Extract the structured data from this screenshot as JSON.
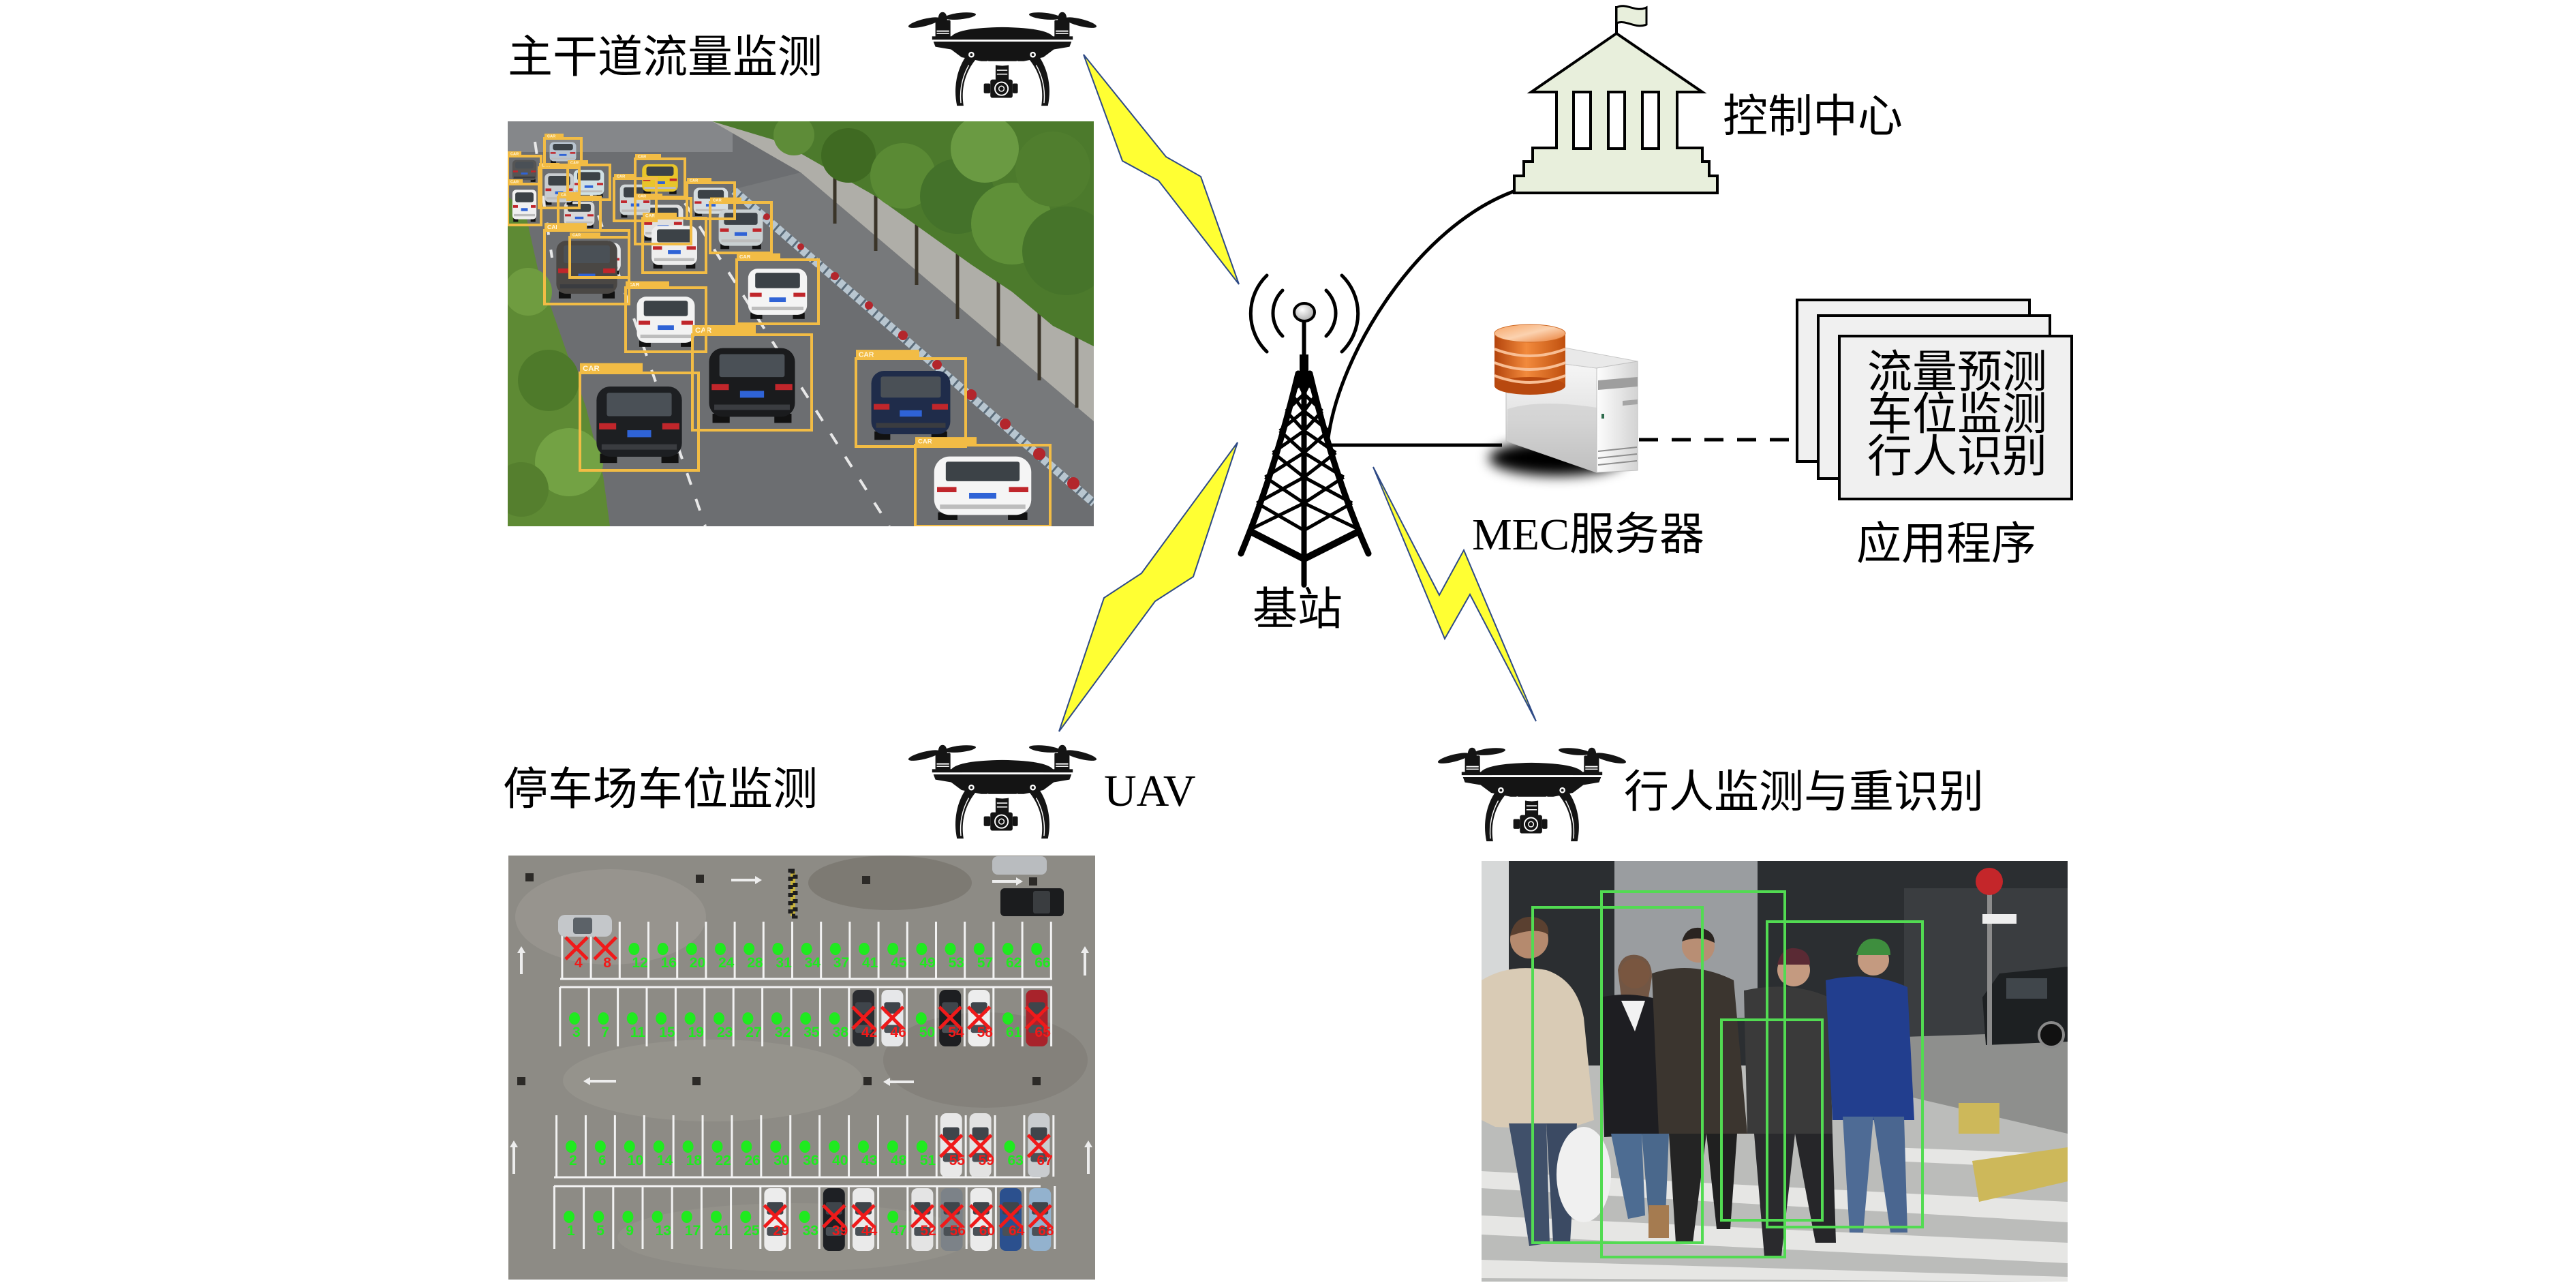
{
  "labels": {
    "arterial_traffic": "主干道流量监测",
    "parking_monitoring": "停车场车位监测",
    "uav": "UAV",
    "pedestrian_reid": "行人监测与重识别",
    "control_center": "控制中心",
    "base_station": "基站",
    "mec_server": "MEC服务器"
  },
  "applications": {
    "title": "应用程序",
    "items": [
      "流量预测",
      "车位监测",
      "行人识别"
    ]
  },
  "traffic_photo": {
    "detection_label": "CAR"
  },
  "parking_photo": {
    "rows": [
      {
        "spots": [
          {
            "n": 4,
            "occupied": true
          },
          {
            "n": 8,
            "occupied": true
          },
          {
            "n": 12,
            "occupied": false
          },
          {
            "n": 16,
            "occupied": false
          },
          {
            "n": 20,
            "occupied": false
          },
          {
            "n": 24,
            "occupied": false
          },
          {
            "n": 28,
            "occupied": false
          },
          {
            "n": 31,
            "occupied": false
          },
          {
            "n": 34,
            "occupied": false
          },
          {
            "n": 37,
            "occupied": false
          },
          {
            "n": 41,
            "occupied": false
          },
          {
            "n": 45,
            "occupied": false
          },
          {
            "n": 49,
            "occupied": false
          },
          {
            "n": 53,
            "occupied": false
          },
          {
            "n": 57,
            "occupied": false
          },
          {
            "n": 62,
            "occupied": false
          },
          {
            "n": 66,
            "occupied": false
          }
        ]
      },
      {
        "spots": [
          {
            "n": 3,
            "occupied": false
          },
          {
            "n": 7,
            "occupied": false
          },
          {
            "n": 11,
            "occupied": false
          },
          {
            "n": 15,
            "occupied": false
          },
          {
            "n": 19,
            "occupied": false
          },
          {
            "n": 23,
            "occupied": false
          },
          {
            "n": 27,
            "occupied": false
          },
          {
            "n": 32,
            "occupied": false
          },
          {
            "n": 35,
            "occupied": false
          },
          {
            "n": 38,
            "occupied": false
          },
          {
            "n": 42,
            "occupied": true
          },
          {
            "n": 46,
            "occupied": true
          },
          {
            "n": 50,
            "occupied": false
          },
          {
            "n": 54,
            "occupied": true
          },
          {
            "n": 58,
            "occupied": true
          },
          {
            "n": 61,
            "occupied": false
          },
          {
            "n": 65,
            "occupied": true
          }
        ]
      },
      {
        "spots": [
          {
            "n": 2,
            "occupied": false
          },
          {
            "n": 6,
            "occupied": false
          },
          {
            "n": 10,
            "occupied": false
          },
          {
            "n": 14,
            "occupied": false
          },
          {
            "n": 18,
            "occupied": false
          },
          {
            "n": 22,
            "occupied": false
          },
          {
            "n": 26,
            "occupied": false
          },
          {
            "n": 30,
            "occupied": false
          },
          {
            "n": 36,
            "occupied": false
          },
          {
            "n": 40,
            "occupied": false
          },
          {
            "n": 43,
            "occupied": false
          },
          {
            "n": 48,
            "occupied": false
          },
          {
            "n": 51,
            "occupied": false
          },
          {
            "n": 55,
            "occupied": true
          },
          {
            "n": 59,
            "occupied": true
          },
          {
            "n": 63,
            "occupied": false
          },
          {
            "n": 67,
            "occupied": true
          }
        ]
      },
      {
        "spots": [
          {
            "n": 1,
            "occupied": false
          },
          {
            "n": 5,
            "occupied": false
          },
          {
            "n": 9,
            "occupied": false
          },
          {
            "n": 13,
            "occupied": false
          },
          {
            "n": 17,
            "occupied": false
          },
          {
            "n": 21,
            "occupied": false
          },
          {
            "n": 25,
            "occupied": false
          },
          {
            "n": 29,
            "occupied": true
          },
          {
            "n": 33,
            "occupied": false
          },
          {
            "n": 39,
            "occupied": true
          },
          {
            "n": 44,
            "occupied": true
          },
          {
            "n": 47,
            "occupied": false
          },
          {
            "n": 52,
            "occupied": true
          },
          {
            "n": 56,
            "occupied": true
          },
          {
            "n": 60,
            "occupied": true
          },
          {
            "n": 64,
            "occupied": true
          },
          {
            "n": 68,
            "occupied": true
          }
        ]
      }
    ]
  },
  "icons": {
    "uav": "drone-icon",
    "base_station": "base-station-tower-icon",
    "control_center": "control-center-building-icon",
    "mec_server": "mec-server-icon",
    "wireless_link": "lightning-bolt-icon",
    "applications": "app-stack-icon"
  },
  "colors": {
    "bolt_fill": "#FFFF33",
    "bolt_outline": "#2E4A86",
    "building_fill": "#E8EFDC",
    "app_card_fill": "#F0F0F0",
    "traffic_box": "#F2BC45",
    "pedestrian_box": "#52DB52",
    "free_spot": "#1FEA1F",
    "occupied_spot": "#F01A1A"
  }
}
